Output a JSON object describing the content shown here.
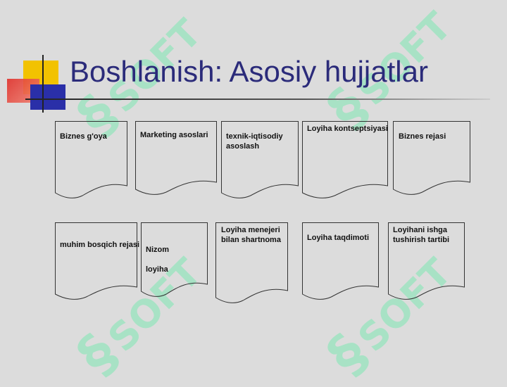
{
  "title": "Boshlanish: Asosiy hujjatlar",
  "watermark": {
    "text": "SOFT",
    "glyph": "§",
    "color": "#7fe8b4"
  },
  "colors": {
    "title": "#2b2b7a",
    "background": "#dcdcdc",
    "yellow": "#f2c200",
    "red": "#e0302a",
    "blue": "#2a2fa8"
  },
  "documents": [
    {
      "label": "Biznes g'oya"
    },
    {
      "label": "Marketing asoslari"
    },
    {
      "label": "texnik-iqtisodiy asoslash"
    },
    {
      "label": "Loyiha kontseptsiyasi"
    },
    {
      "label": "Biznes rejasi"
    },
    {
      "label": "muhim bosqich rejasi"
    },
    {
      "label": "Nizom loyiha"
    },
    {
      "label": "Loyiha menejeri bilan shartnoma"
    },
    {
      "label": "Loyiha taqdimoti"
    },
    {
      "label": "Loyihani ishga tushirish tartibi"
    }
  ]
}
